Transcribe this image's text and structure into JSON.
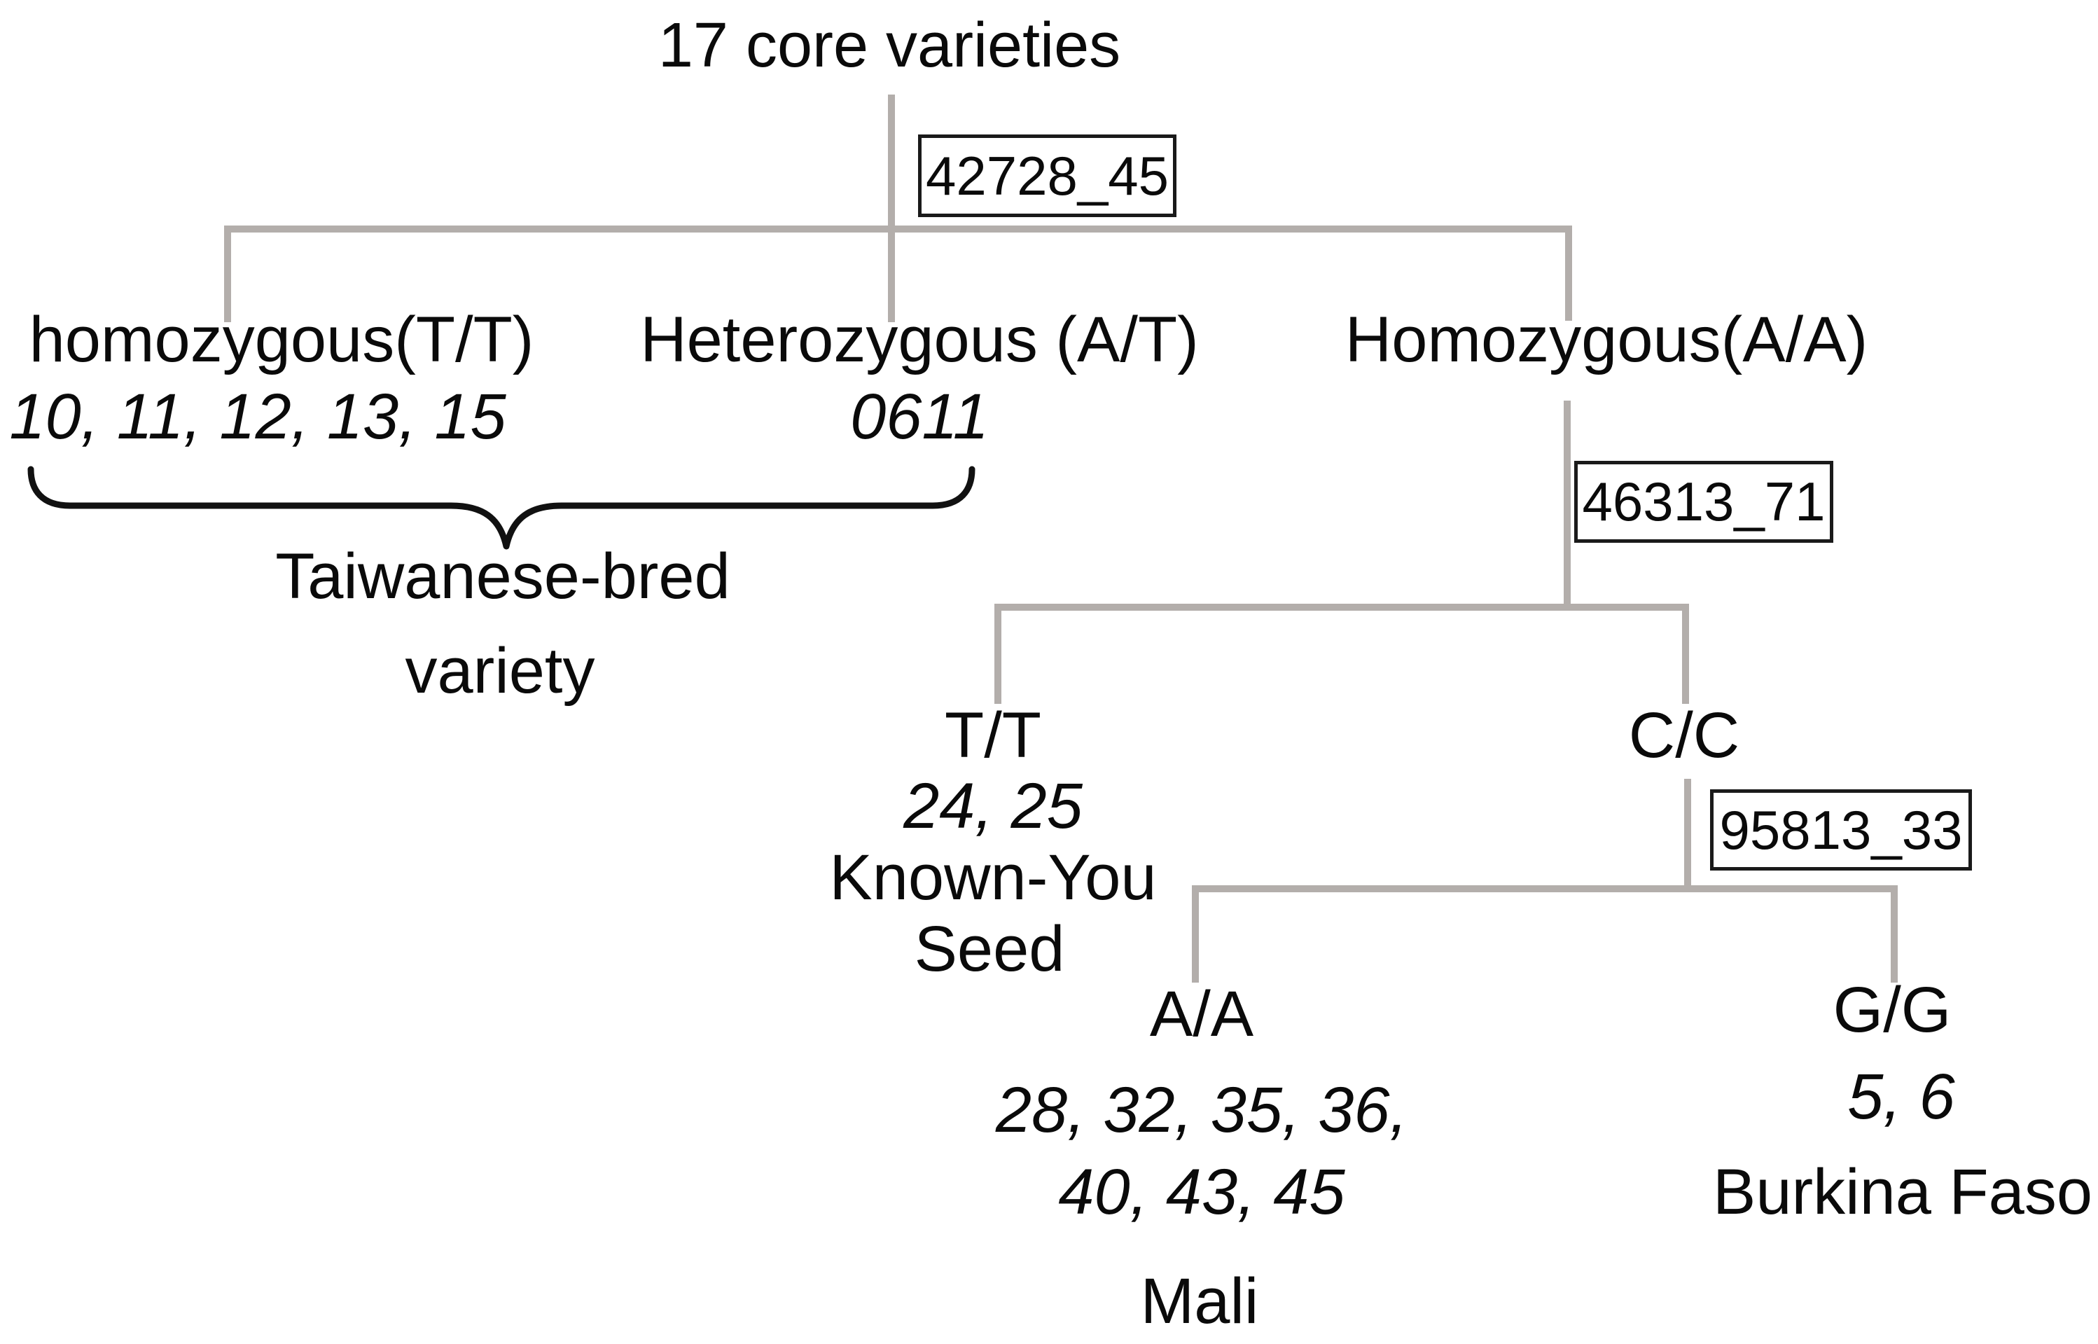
{
  "diagram": {
    "title": "17 core varieties",
    "root": {
      "marker": "42728_45"
    },
    "level1": {
      "left": {
        "genotype": "homozygous(T/T)",
        "accessions": "10, 11, 12, 13, 15"
      },
      "middle": {
        "genotype": "Heterozygous (A/T)",
        "accessions": "0611"
      },
      "right": {
        "genotype": "Homozygous(A/A)",
        "marker": "46313_71"
      }
    },
    "brace": {
      "label_line1": "Taiwanese-bred",
      "label_line2": "variety"
    },
    "level2": {
      "left": {
        "genotype": "T/T",
        "accessions": "24, 25",
        "origin_line1": "Known-You",
        "origin_line2": "Seed"
      },
      "right": {
        "genotype": "C/C",
        "marker": "95813_33"
      }
    },
    "level3": {
      "left": {
        "genotype": "A/A",
        "accessions_line1": "28, 32, 35, 36,",
        "accessions_line2": "40, 43, 45",
        "origin": "Mali"
      },
      "right": {
        "genotype": "G/G",
        "accessions": "5, 6",
        "origin": "Burkina Faso"
      }
    },
    "colors": {
      "line_gray": "#b3aeab",
      "text": "#0a0a0a",
      "box_border": "#1a1a1a",
      "brace": "#111111",
      "background": "#ffffff"
    }
  }
}
